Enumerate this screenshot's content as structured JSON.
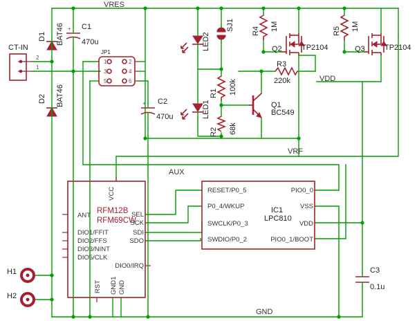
{
  "nets": {
    "vres": "VRES",
    "vdd": "VDD",
    "vrf": "VRF",
    "aux": "AUX",
    "gnd": "GND"
  },
  "connector": {
    "ref": "CT-IN",
    "pin_top": "2",
    "pin_bottom": "1"
  },
  "diodes": [
    {
      "ref": "D1",
      "value": "BAT46"
    },
    {
      "ref": "D2",
      "value": "BAT46"
    }
  ],
  "capacitors": [
    {
      "ref": "C1",
      "value": "470u"
    },
    {
      "ref": "C2",
      "value": "470u"
    },
    {
      "ref": "C3",
      "value": "0.1u"
    }
  ],
  "jumpers": [
    {
      "ref": "JP1",
      "pins": [
        "1",
        "2",
        "3",
        "4",
        "5",
        "6"
      ]
    },
    {
      "ref": "SJ1"
    }
  ],
  "leds": [
    {
      "ref": "LED2"
    },
    {
      "ref": "LED1"
    }
  ],
  "resistors": [
    {
      "ref": "R1",
      "value": "100k"
    },
    {
      "ref": "R2",
      "value": "68k"
    },
    {
      "ref": "R3",
      "value": "220k"
    },
    {
      "ref": "R4",
      "value": "1M"
    },
    {
      "ref": "R5",
      "value": "1M"
    }
  ],
  "transistors": [
    {
      "ref": "Q1",
      "value": "BC549"
    },
    {
      "ref": "Q2",
      "value": "TP2104"
    },
    {
      "ref": "Q3",
      "value": "TP2104"
    }
  ],
  "rfm": {
    "name1": "RFM12B",
    "name2": "RFM69CW",
    "vcc": "VCC",
    "left_pins": [
      "ANT",
      "DIO1/FFIT",
      "DIO2/FFS",
      "DIO3/NINT",
      "DIO5/CLK"
    ],
    "right_pins": [
      "SEL",
      "SCK",
      "SDI",
      "SDO",
      "DIO0/IRQ"
    ],
    "bottom_pins": [
      "RST",
      "GND1",
      "GND"
    ]
  },
  "mcu": {
    "ref": "IC1",
    "value": "LPC810",
    "left_pins": [
      "RESET/P0_5",
      "P0_4/WKUP",
      "SWCLK/P0_3",
      "SWDIO/P0_2"
    ],
    "right_pins": [
      "PIO0_0",
      "VSS",
      "VDD",
      "PIO0_1/BOOT"
    ]
  },
  "holes": [
    {
      "ref": "H1"
    },
    {
      "ref": "H2"
    }
  ],
  "colors": {
    "wire": "#009e00",
    "symbol": "#a3202c",
    "text": "#333333"
  }
}
